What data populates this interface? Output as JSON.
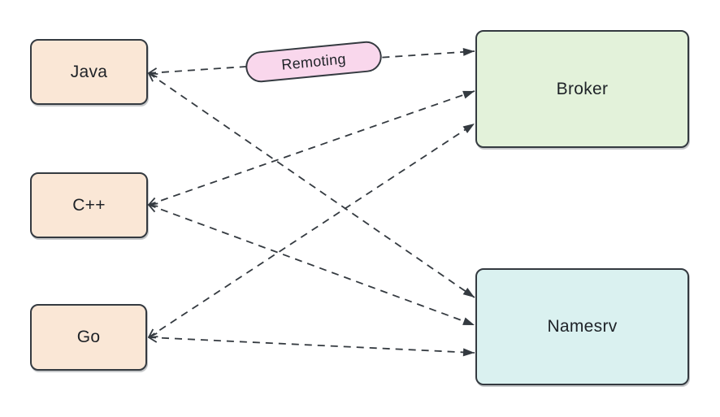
{
  "diagram": {
    "type": "flow-diagram",
    "background_color": "#ffffff",
    "stroke_color": "#343a40",
    "text_color": "#1e2227",
    "nodes": [
      {
        "id": "java",
        "label": "Java",
        "fill": "#fae7d6",
        "role": "client"
      },
      {
        "id": "cpp",
        "label": "C++",
        "fill": "#fae7d6",
        "role": "client"
      },
      {
        "id": "go",
        "label": "Go",
        "fill": "#fae7d6",
        "role": "client"
      },
      {
        "id": "broker",
        "label": "Broker",
        "fill": "#e3f2da",
        "role": "server"
      },
      {
        "id": "namesrv",
        "label": "Namesrv",
        "fill": "#daf1f0",
        "role": "server"
      }
    ],
    "edge_label": {
      "text": "Remoting",
      "fill": "#f9d7ec",
      "on_edge": "java-broker"
    },
    "edges": [
      {
        "from": "Java",
        "to": "Broker",
        "line": "dashed",
        "arrow_end": "filled",
        "arrow_start": "open"
      },
      {
        "from": "Java",
        "to": "Namesrv",
        "line": "dashed",
        "arrow_end": "filled",
        "arrow_start": "open"
      },
      {
        "from": "C++",
        "to": "Broker",
        "line": "dashed",
        "arrow_end": "filled",
        "arrow_start": "open"
      },
      {
        "from": "C++",
        "to": "Namesrv",
        "line": "dashed",
        "arrow_end": "filled",
        "arrow_start": "open"
      },
      {
        "from": "Go",
        "to": "Broker",
        "line": "dashed",
        "arrow_end": "filled",
        "arrow_start": "open"
      },
      {
        "from": "Go",
        "to": "Namesrv",
        "line": "dashed",
        "arrow_end": "filled",
        "arrow_start": "open"
      }
    ]
  }
}
